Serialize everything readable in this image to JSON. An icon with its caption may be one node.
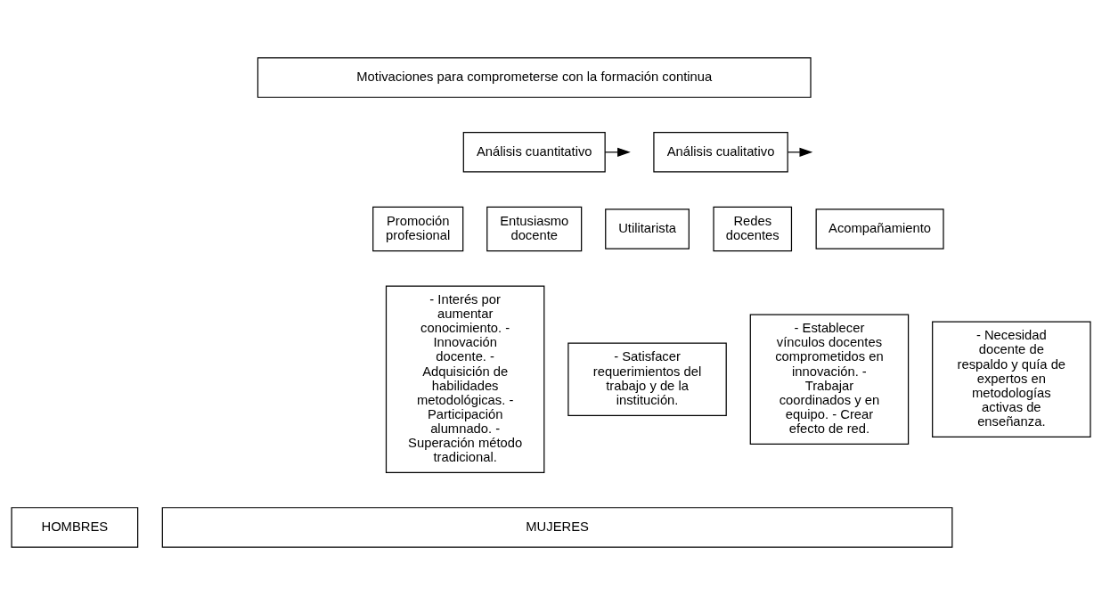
{
  "diagram": {
    "nodes": [
      {
        "text": [
          "Motivaciones para comprometerse con la formación continua"
        ]
      },
      {
        "text": [
          "Análisis cuantitativo"
        ]
      },
      {
        "text": [
          "Análisis cualitativo"
        ]
      },
      {
        "text": [
          "Promoción profesional"
        ]
      },
      {
        "text": [
          "Entusiasmo docente"
        ]
      },
      {
        "text": [
          "Utilitarista"
        ]
      },
      {
        "text": [
          "Redes docentes"
        ]
      },
      {
        "text": [
          "Acompañamiento"
        ]
      },
      {
        "text": [
          "- Interés por aumentar conocimiento. - Innovación docente. - Adquisición de habilidades metodológicas. - Participación alumnado. - Superación método tradicional."
        ]
      },
      {
        "text": [
          "- Satisfacer requerimientos del trabajo y de la institución."
        ]
      },
      {
        "text": [
          "- Establecer vínculos docentes comprometidos en innovación. - Trabajar coordinados y en equipo. - Crear efecto de red."
        ]
      },
      {
        "text": [
          "- Necesidad docente de respaldo y quía de expertos en metodologías activas de enseñanza."
        ]
      },
      {
        "text": [
          "HOMBRES"
        ]
      },
      {
        "text": [
          "MUJERES"
        ]
      }
    ],
    "edges": [
      {
        "from": 1,
        "to": null,
        "arrow": "to"
      },
      {
        "from": 2,
        "to": null,
        "arrow": "to"
      }
    ]
  }
}
